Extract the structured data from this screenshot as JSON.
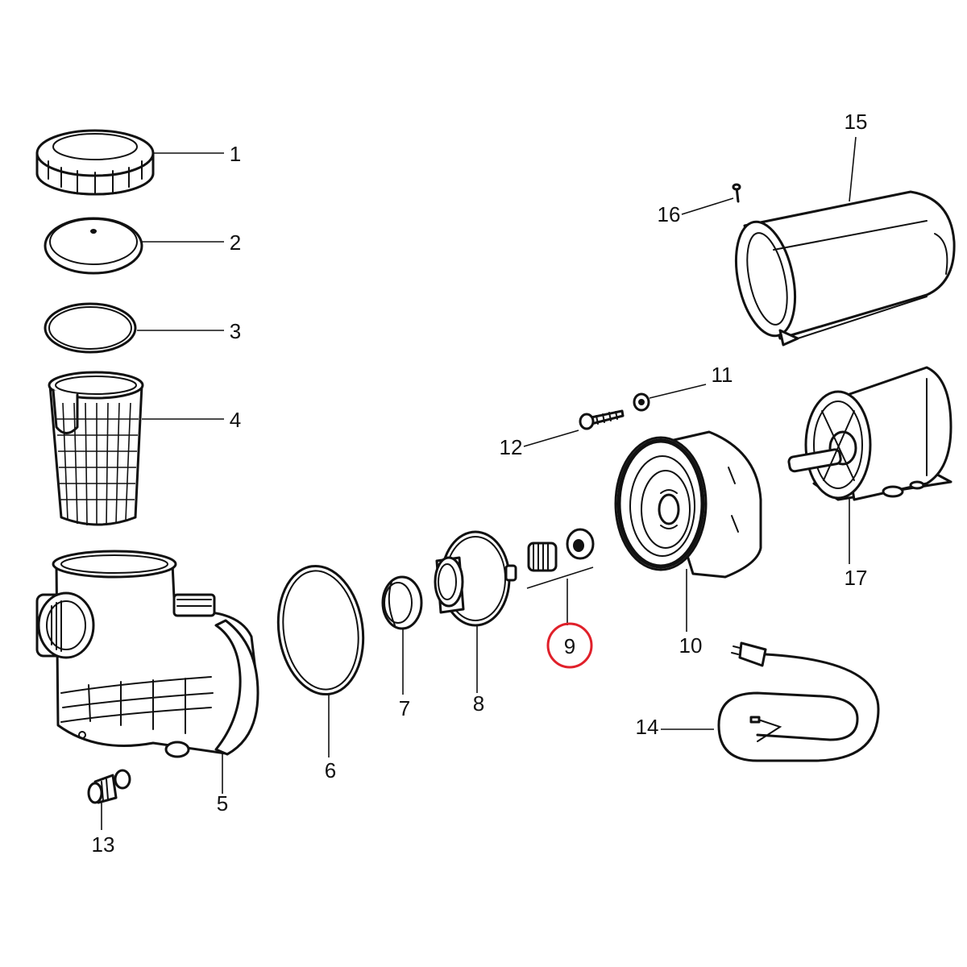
{
  "diagram": {
    "callouts": [
      "1",
      "2",
      "3",
      "4",
      "5",
      "6",
      "7",
      "8",
      "9",
      "10",
      "11",
      "12",
      "13",
      "14",
      "15",
      "16",
      "17"
    ],
    "highlighted_callout": "9",
    "highlight_color": "#e0202a",
    "line_color": "#111111",
    "background": "#ffffff"
  }
}
